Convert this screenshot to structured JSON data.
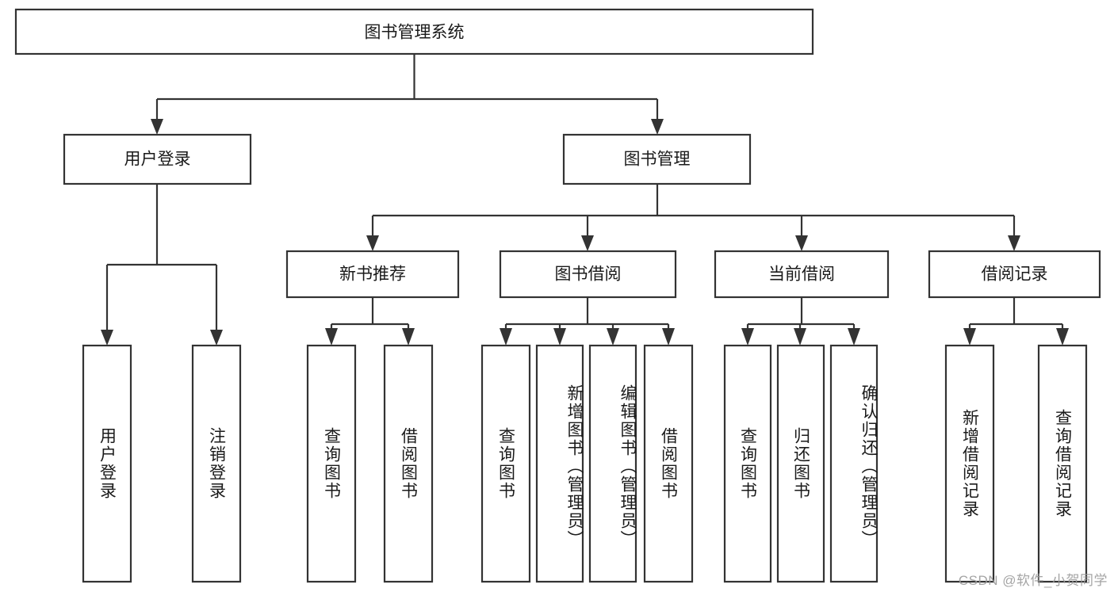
{
  "diagram": {
    "type": "tree",
    "title": "图书管理系统",
    "watermark": "CSDN @软件_小贺同学",
    "colors": {
      "box_stroke": "#333333",
      "box_fill": "#ffffff",
      "text": "#1a1a1a",
      "background": "#ffffff",
      "watermark": "#9b9b9b"
    },
    "root": {
      "label": "图书管理系统"
    },
    "level2": [
      {
        "label": "用户登录"
      },
      {
        "label": "图书管理"
      }
    ],
    "level3": [
      {
        "label": "新书推荐"
      },
      {
        "label": "图书借阅"
      },
      {
        "label": "当前借阅"
      },
      {
        "label": "借阅记录"
      }
    ],
    "leaves": [
      {
        "label": "用户登录"
      },
      {
        "label": "注销登录"
      },
      {
        "label": "查询图书"
      },
      {
        "label": "借阅图书"
      },
      {
        "label": "查询图书"
      },
      {
        "label": "新增图书（管理员）"
      },
      {
        "label": "编辑图书（管理员）"
      },
      {
        "label": "借阅图书"
      },
      {
        "label": "查询图书"
      },
      {
        "label": "归还图书"
      },
      {
        "label": "确认归还（管理员）"
      },
      {
        "label": "新增借阅记录"
      },
      {
        "label": "查询借阅记录"
      }
    ],
    "edges": [
      {
        "from": "图书管理系统",
        "to": "用户登录"
      },
      {
        "from": "图书管理系统",
        "to": "图书管理"
      },
      {
        "from": "用户登录",
        "to": "用户登录"
      },
      {
        "from": "用户登录",
        "to": "注销登录"
      },
      {
        "from": "图书管理",
        "to": "新书推荐"
      },
      {
        "from": "图书管理",
        "to": "图书借阅"
      },
      {
        "from": "图书管理",
        "to": "当前借阅"
      },
      {
        "from": "图书管理",
        "to": "借阅记录"
      },
      {
        "from": "新书推荐",
        "to": "查询图书"
      },
      {
        "from": "新书推荐",
        "to": "借阅图书"
      },
      {
        "from": "图书借阅",
        "to": "查询图书"
      },
      {
        "from": "图书借阅",
        "to": "新增图书（管理员）"
      },
      {
        "from": "图书借阅",
        "to": "编辑图书（管理员）"
      },
      {
        "from": "图书借阅",
        "to": "借阅图书"
      },
      {
        "from": "当前借阅",
        "to": "查询图书"
      },
      {
        "from": "当前借阅",
        "to": "归还图书"
      },
      {
        "from": "当前借阅",
        "to": "确认归还（管理员）"
      },
      {
        "from": "借阅记录",
        "to": "新增借阅记录"
      },
      {
        "from": "借阅记录",
        "to": "查询借阅记录"
      }
    ]
  }
}
